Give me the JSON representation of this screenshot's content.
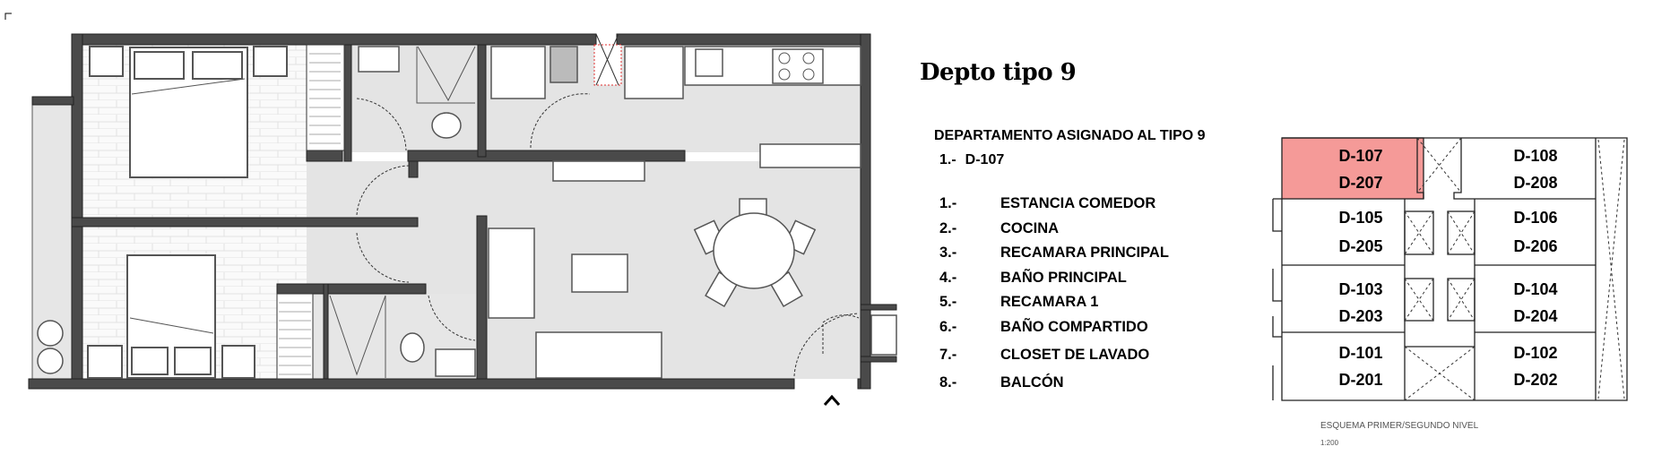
{
  "title": "Depto tipo 9",
  "assignment": {
    "heading": "DEPARTAMENTO ASIGNADO AL TIPO 9",
    "items": [
      {
        "num": "1.-",
        "unit": "D-107"
      }
    ]
  },
  "rooms": [
    {
      "num": "1.-",
      "label": "ESTANCIA COMEDOR"
    },
    {
      "num": "2.-",
      "label": "COCINA"
    },
    {
      "num": "3.-",
      "label": "RECAMARA PRINCIPAL"
    },
    {
      "num": "4.-",
      "label": "BAÑO PRINCIPAL"
    },
    {
      "num": "5.-",
      "label": "RECAMARA 1"
    },
    {
      "num": "6.-",
      "label": "BAÑO COMPARTIDO"
    },
    {
      "num": "7.-",
      "label": "CLOSET DE LAVADO"
    },
    {
      "num": "8.-",
      "label": "BALCÓN"
    }
  ],
  "schema": {
    "caption": "ESQUEMA PRIMER/SEGUNDO NIVEL",
    "scale": "1:200",
    "highlight_color": "#f59a98",
    "units": [
      {
        "top": "D-107",
        "bottom": "D-207",
        "highlighted": true
      },
      {
        "top": "D-108",
        "bottom": "D-208",
        "highlighted": false
      },
      {
        "top": "D-105",
        "bottom": "D-205",
        "highlighted": false
      },
      {
        "top": "D-106",
        "bottom": "D-206",
        "highlighted": false
      },
      {
        "top": "D-103",
        "bottom": "D-203",
        "highlighted": false
      },
      {
        "top": "D-104",
        "bottom": "D-204",
        "highlighted": false
      },
      {
        "top": "D-101",
        "bottom": "D-201",
        "highlighted": false
      },
      {
        "top": "D-102",
        "bottom": "D-202",
        "highlighted": false
      }
    ]
  },
  "colors": {
    "wall": "#4a4a4a",
    "floor": "#e4e4e4",
    "accent": "#e03030"
  }
}
